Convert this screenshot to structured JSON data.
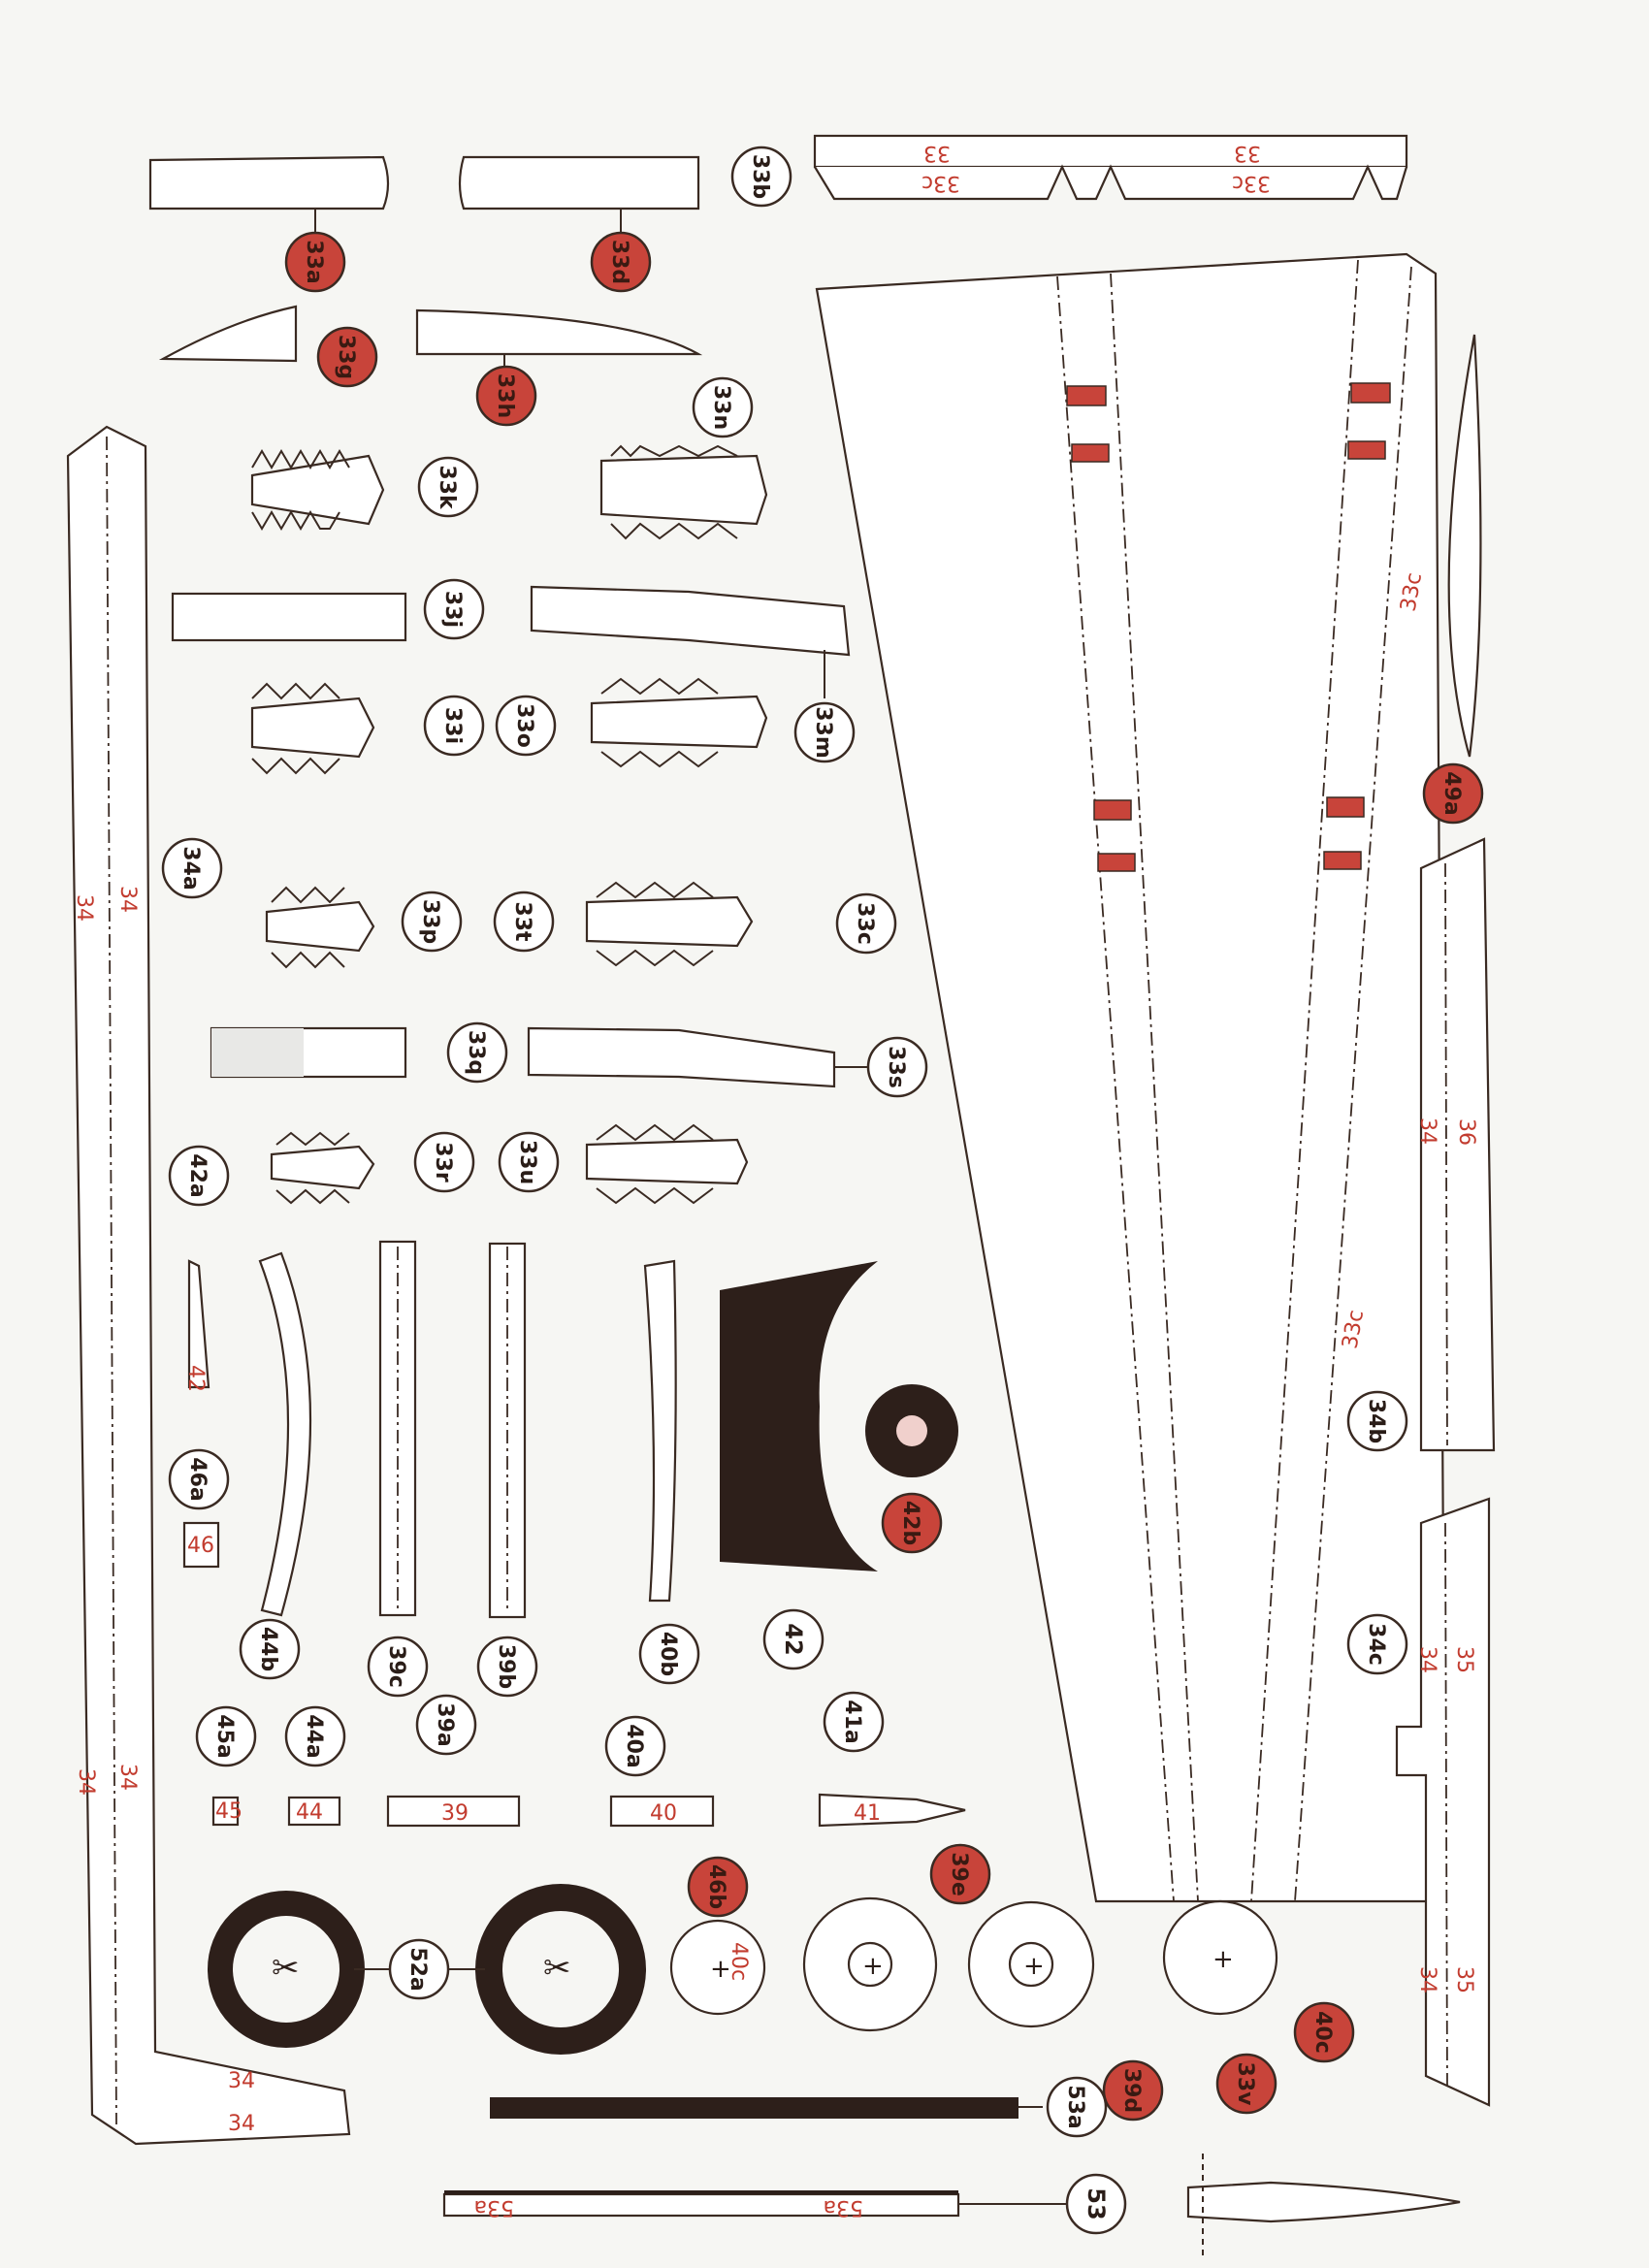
{
  "colors": {
    "paper": "#f6f6f3",
    "ink": "#3a2a22",
    "marker_red": "#c8443a",
    "dark": "#2d1f1a"
  },
  "labels": [
    {
      "id": "33a",
      "text": "33a",
      "red": true
    },
    {
      "id": "33d",
      "text": "33d",
      "red": true
    },
    {
      "id": "33b",
      "text": "33b",
      "red": false
    },
    {
      "id": "33g1",
      "text": "33g",
      "red": true
    },
    {
      "id": "33h",
      "text": "33h",
      "red": true
    },
    {
      "id": "33n",
      "text": "33n",
      "red": false
    },
    {
      "id": "33k",
      "text": "33k",
      "red": false
    },
    {
      "id": "33j",
      "text": "33j",
      "red": false
    },
    {
      "id": "33i",
      "text": "33i",
      "red": false
    },
    {
      "id": "33o",
      "text": "33o",
      "red": false
    },
    {
      "id": "33m",
      "text": "33m",
      "red": false
    },
    {
      "id": "34a",
      "text": "34a",
      "red": false
    },
    {
      "id": "33p",
      "text": "33p",
      "red": false
    },
    {
      "id": "33t",
      "text": "33t",
      "red": false
    },
    {
      "id": "33c",
      "text": "33c",
      "red": false
    },
    {
      "id": "49a",
      "text": "49a",
      "red": true
    },
    {
      "id": "33q",
      "text": "33q",
      "red": false
    },
    {
      "id": "33s",
      "text": "33s",
      "red": false
    },
    {
      "id": "42a",
      "text": "42a",
      "red": false
    },
    {
      "id": "33r",
      "text": "33r",
      "red": false
    },
    {
      "id": "33u",
      "text": "33u",
      "red": false
    },
    {
      "id": "46a",
      "text": "46a",
      "red": false
    },
    {
      "id": "42b",
      "text": "42b",
      "red": true
    },
    {
      "id": "34b",
      "text": "34b",
      "red": false
    },
    {
      "id": "44b",
      "text": "44b",
      "red": false
    },
    {
      "id": "39c",
      "text": "39c",
      "red": false
    },
    {
      "id": "39b",
      "text": "39b",
      "red": false
    },
    {
      "id": "40b",
      "text": "40b",
      "red": false
    },
    {
      "id": "42",
      "text": "42",
      "red": false
    },
    {
      "id": "34c",
      "text": "34c",
      "red": false
    },
    {
      "id": "45a",
      "text": "45a",
      "red": false
    },
    {
      "id": "44a",
      "text": "44a",
      "red": false
    },
    {
      "id": "39a",
      "text": "39a",
      "red": false
    },
    {
      "id": "40a",
      "text": "40a",
      "red": false
    },
    {
      "id": "41a",
      "text": "41a",
      "red": false
    },
    {
      "id": "46b",
      "text": "46b",
      "red": true
    },
    {
      "id": "39e",
      "text": "39e",
      "red": true
    },
    {
      "id": "52a",
      "text": "52a",
      "red": false
    },
    {
      "id": "39d",
      "text": "39d",
      "red": true
    },
    {
      "id": "40c",
      "text": "40c",
      "red": true
    },
    {
      "id": "33v",
      "text": "33v",
      "red": true
    },
    {
      "id": "53a",
      "text": "53a",
      "red": false
    },
    {
      "id": "53",
      "text": "53",
      "red": false
    }
  ],
  "part_texts": {
    "t33a": "33",
    "t33b": "33",
    "t33c1": "33c",
    "t33c2": "33c",
    "t34_1": "34",
    "t34_2": "34",
    "t34_3": "34",
    "t34_4": "34",
    "t34_5": "34",
    "t34_6": "34",
    "t33c_big1": "33c",
    "t33c_big2": "33c",
    "t36": "36",
    "t34r1": "34",
    "t34r2": "34",
    "t35a": "35",
    "t34r3": "34",
    "t35b": "35",
    "t42": "42",
    "t46": "46",
    "t39": "39",
    "t40": "40",
    "t41": "41",
    "t44": "44",
    "t45": "45",
    "t40c": "40c",
    "t53a": "53a",
    "t53b": "53a"
  }
}
